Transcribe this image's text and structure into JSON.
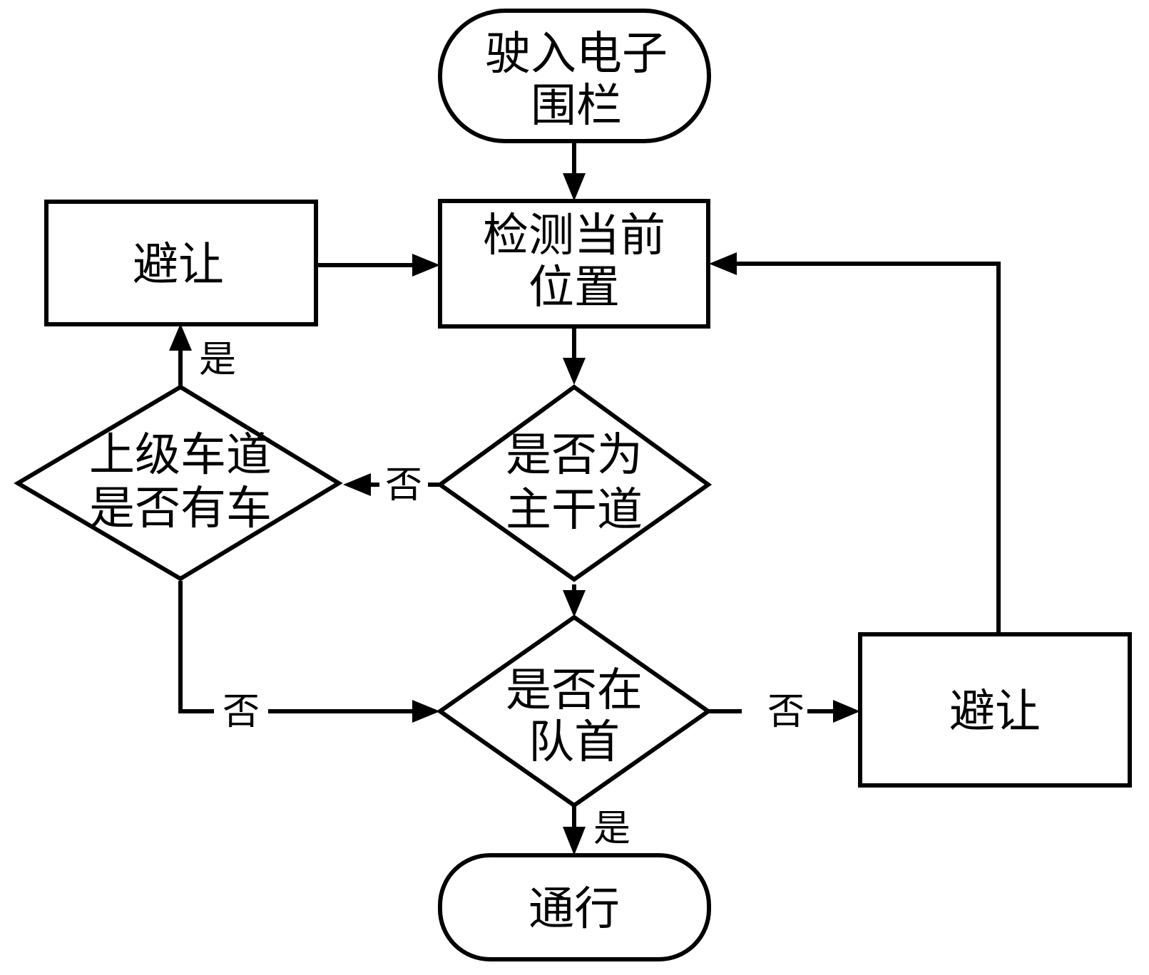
{
  "diagram": {
    "type": "flowchart",
    "nodes": {
      "start": {
        "kind": "terminal",
        "lines": [
          "驶入电子",
          "围栏"
        ]
      },
      "detect": {
        "kind": "process",
        "lines": [
          "检测当前",
          "位置"
        ]
      },
      "yield_left": {
        "kind": "process",
        "lines": [
          "避让"
        ]
      },
      "is_main": {
        "kind": "decision",
        "lines": [
          "是否为",
          "主干道"
        ]
      },
      "upper_lane": {
        "kind": "decision",
        "lines": [
          "上级车道",
          "是否有车"
        ]
      },
      "is_head": {
        "kind": "decision",
        "lines": [
          "是否在",
          "队首"
        ]
      },
      "yield_right": {
        "kind": "process",
        "lines": [
          "避让"
        ]
      },
      "pass": {
        "kind": "terminal",
        "lines": [
          "通行"
        ]
      }
    },
    "edges": {
      "start_to_detect": {
        "from": "start",
        "to": "detect",
        "label": ""
      },
      "detect_to_is_main": {
        "from": "detect",
        "to": "is_main",
        "label": ""
      },
      "is_main_no": {
        "from": "is_main",
        "to": "upper_lane",
        "label": "否"
      },
      "is_main_yes": {
        "from": "is_main",
        "to": "is_head",
        "label": ""
      },
      "upper_lane_yes": {
        "from": "upper_lane",
        "to": "yield_left",
        "label": "是"
      },
      "upper_lane_no": {
        "from": "upper_lane",
        "to": "is_head",
        "label": "否"
      },
      "yield_left_to_detect": {
        "from": "yield_left",
        "to": "detect",
        "label": ""
      },
      "is_head_no": {
        "from": "is_head",
        "to": "yield_right",
        "label": "否"
      },
      "is_head_yes": {
        "from": "is_head",
        "to": "pass",
        "label": "是"
      },
      "yield_right_to_detect": {
        "from": "yield_right",
        "to": "detect",
        "label": ""
      }
    }
  }
}
